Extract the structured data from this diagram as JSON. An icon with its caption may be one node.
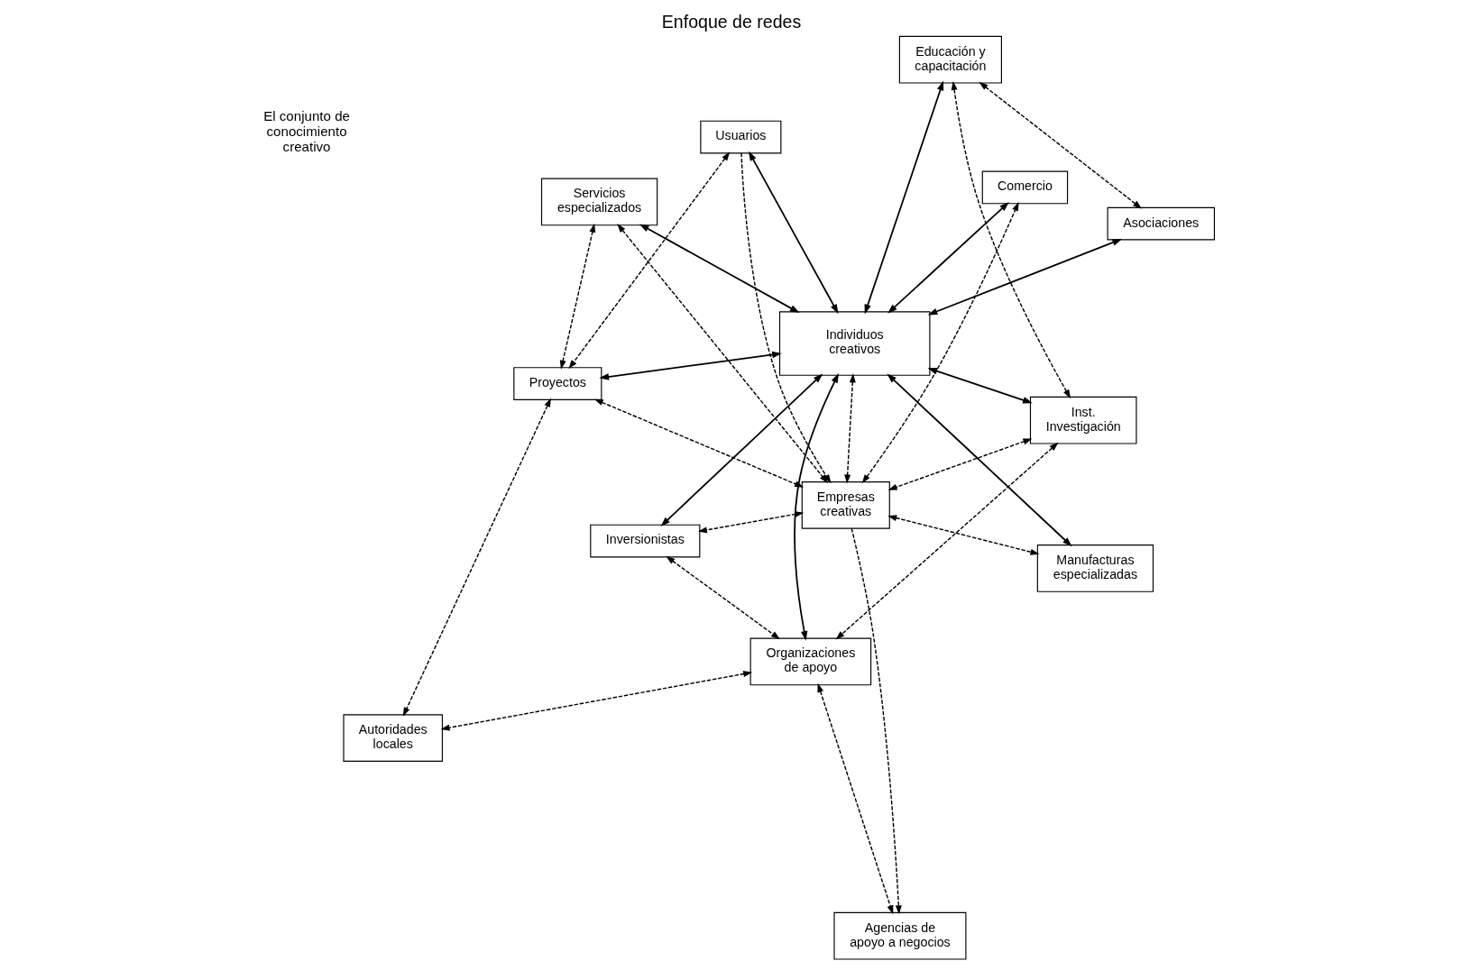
{
  "diagram": {
    "title": "Enfoque de redes",
    "nodes": [
      {
        "text": [
          "Usuarios"
        ]
      },
      {
        "text": [
          "Inst. Investigación"
        ]
      },
      {
        "text": [
          "Proyectos"
        ]
      },
      {
        "text": [
          "Educación y capacitación"
        ]
      },
      {
        "text": [
          "Servicios especializados"
        ]
      },
      {
        "text": [
          "Individuos creativos"
        ]
      },
      {
        "text": [
          "Empresas creativas"
        ]
      },
      {
        "text": [
          "Asociaciones"
        ]
      },
      {
        "text": [
          "Inversionistas"
        ]
      },
      {
        "text": [
          "Organizaciones de apoyo"
        ]
      },
      {
        "text": [
          "Manufacturas especializadas"
        ]
      },
      {
        "text": [
          "Autoridades locales"
        ]
      },
      {
        "text": [
          "Agencias de apoyo a negocios"
        ]
      },
      {
        "text": [
          "Comercio"
        ]
      }
    ],
    "edges": [
      {
        "from": 5,
        "to": 0,
        "arrow": "both"
      },
      {
        "from": 5,
        "to": 1,
        "arrow": "both"
      },
      {
        "from": 5,
        "to": 2,
        "arrow": "both"
      },
      {
        "from": 5,
        "to": 3,
        "arrow": "both"
      },
      {
        "from": 5,
        "to": 7,
        "arrow": "both"
      },
      {
        "from": 5,
        "to": 4,
        "arrow": "both"
      },
      {
        "from": 5,
        "to": 8,
        "arrow": "both"
      },
      {
        "from": 5,
        "to": 9,
        "arrow": "both"
      },
      {
        "from": 5,
        "to": 13,
        "arrow": "both"
      },
      {
        "from": 5,
        "to": 10,
        "arrow": "both"
      },
      {
        "from": 0,
        "to": 2,
        "arrow": "both",
        "style": "dashed"
      },
      {
        "from": 2,
        "to": 4,
        "arrow": "both",
        "style": "dashed"
      },
      {
        "from": 2,
        "to": 11,
        "arrow": "both",
        "style": "dashed"
      },
      {
        "from": 1,
        "to": 3,
        "arrow": "both",
        "style": "dashed"
      },
      {
        "from": 3,
        "to": 7,
        "arrow": "both",
        "style": "dashed"
      },
      {
        "from": 1,
        "to": 6,
        "arrow": "both",
        "style": "dashed"
      },
      {
        "from": 0,
        "to": 6,
        "arrow": "to",
        "style": "dashed"
      },
      {
        "from": 2,
        "to": 6,
        "arrow": "both",
        "style": "dashed"
      },
      {
        "from": 4,
        "to": 6,
        "arrow": "both",
        "style": "dashed"
      },
      {
        "from": 5,
        "to": 6,
        "arrow": "both",
        "style": "dashed"
      },
      {
        "from": 6,
        "to": 8,
        "arrow": "both",
        "style": "dashed"
      },
      {
        "from": 6,
        "to": 10,
        "arrow": "both",
        "style": "dashed"
      },
      {
        "from": 6,
        "to": 13,
        "arrow": "both",
        "style": "dashed"
      },
      {
        "from": 6,
        "to": 12,
        "arrow": "to",
        "style": "dashed"
      },
      {
        "from": 1,
        "to": 9,
        "arrow": "both",
        "style": "dashed"
      },
      {
        "from": 8,
        "to": 9,
        "arrow": "both",
        "style": "dashed"
      },
      {
        "from": 9,
        "to": 11,
        "arrow": "both",
        "style": "dashed"
      },
      {
        "from": 9,
        "to": 12,
        "arrow": "both",
        "style": "dashed"
      }
    ],
    "labels": [
      "El conjunto de conocimiento creativo"
    ]
  }
}
